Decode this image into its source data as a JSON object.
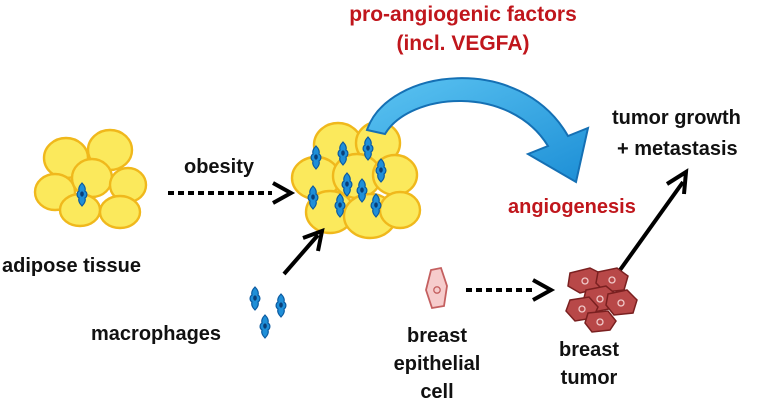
{
  "labels": {
    "factors_line1": "pro-angiogenic factors",
    "factors_line2": "(incl. VEGFA)",
    "obesity": "obesity",
    "adipose": "adipose tissue",
    "macrophages": "macrophages",
    "angiogenesis": "angiogenesis",
    "tumor_growth_line1": "tumor growth",
    "tumor_growth_line2": "+ metastasis",
    "epithelial_line1": "breast",
    "epithelial_line2": "epithelial",
    "epithelial_line3": "cell",
    "tumor_line1": "breast",
    "tumor_line2": "tumor"
  },
  "colors": {
    "label_dark": "#111111",
    "label_red": "#c0161c",
    "adipocyte_fill": "#fbe95c",
    "adipocyte_stroke": "#f0b81c",
    "macrophage": "#1f8fd8",
    "curved_arrow": "#29a6e6",
    "epithelial_cell": "#f6cccc",
    "tumor_cell": "#b84848"
  }
}
